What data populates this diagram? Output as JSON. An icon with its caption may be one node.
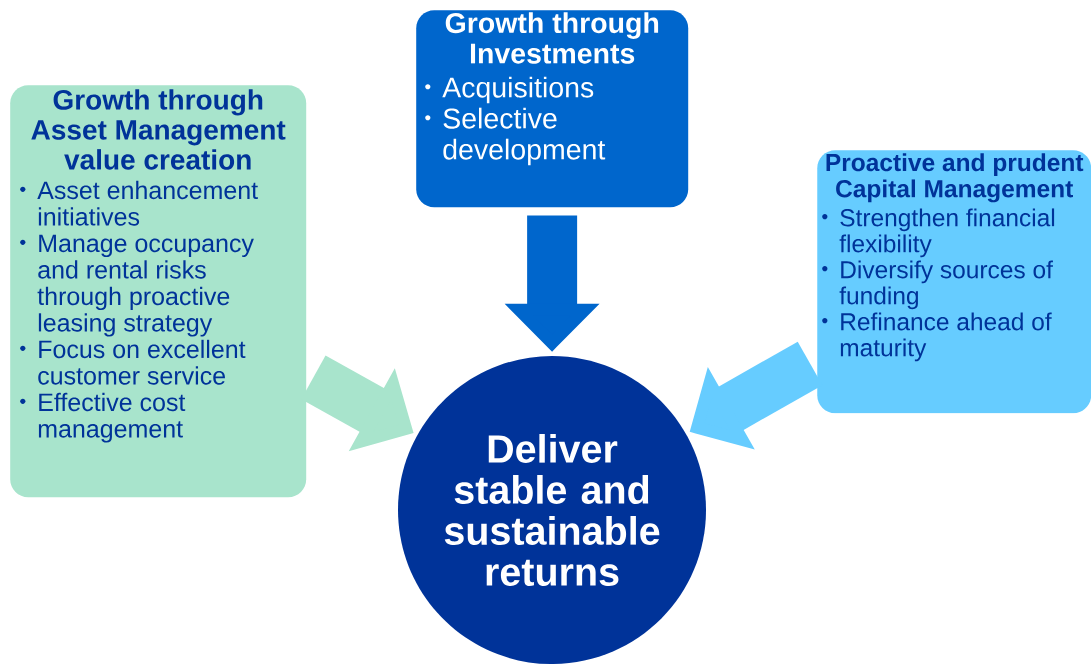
{
  "diagram": {
    "nodes": [
      {
        "text": [
          "Growth through Asset Management value creation",
          "Asset enhancement initiatives",
          "Manage occupancy and rental risks through proactive leasing strategy",
          "Focus on excellent customer service",
          "Effective cost management"
        ]
      },
      {
        "text": [
          "Growth through Investments",
          "Acquisitions",
          "Selective development"
        ]
      },
      {
        "text": [
          "Proactive and prudent Capital Management",
          "Strengthen financial flexibility",
          "Diversify sources of funding",
          "Refinance ahead of maturity"
        ]
      },
      {
        "text": [
          "Deliver stable and sustainable returns"
        ]
      }
    ],
    "edges": [
      {
        "from": 0,
        "to": 3,
        "arrow": "to",
        "color": "#a8e4cc"
      },
      {
        "from": 1,
        "to": 3,
        "arrow": "to",
        "color": "#0066cc"
      },
      {
        "from": 2,
        "to": 3,
        "arrow": "to",
        "color": "#66ccff"
      }
    ]
  }
}
